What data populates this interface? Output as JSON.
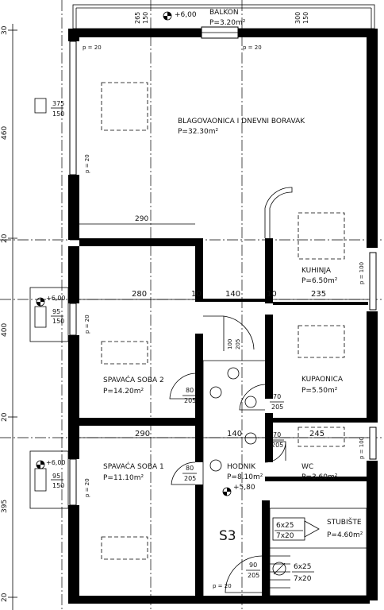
{
  "rooms": {
    "balkon": {
      "name": "BALKON",
      "area": "P=3.20m²"
    },
    "boravak": {
      "name": "BLAGOVAONICA I DNEVNI BORAVAK",
      "area": "P=32.30m²"
    },
    "kuhinja": {
      "name": "KUHINJA",
      "area": "P=6.50m²"
    },
    "kupaonica": {
      "name": "KUPAONICA",
      "area": "P=5.50m²"
    },
    "soba2": {
      "name": "SPAVAĆA SOBA 2",
      "area": "P=14.20m²"
    },
    "soba1": {
      "name": "SPAVAĆA SOBA 1",
      "area": "P=11.10m²"
    },
    "hodnik": {
      "name": "HODNIK",
      "area": "P=8.10m²"
    },
    "wc": {
      "name": "WC",
      "area": "P=3.60m²"
    },
    "stubiste": {
      "name": "STUBIŠTE",
      "area": "P=4.60m²"
    }
  },
  "levels": {
    "top": "+6,00",
    "left_upper": "+6,00",
    "left_lower": "+6,00",
    "hall": "+5,80"
  },
  "stair_label": "S3",
  "stair_steps": {
    "a_top": "6x25",
    "a_bottom": "7x20",
    "b_top": "6x25",
    "b_bottom": "7x20"
  },
  "window_note": "p = 20",
  "dims": {
    "left_460": "460",
    "left_30a": "30",
    "left_20a": "20",
    "left_400": "400",
    "left_20b": "20",
    "left_395": "395",
    "left_20c": "20",
    "d290a": "290",
    "d280": "280",
    "d10a": "10",
    "d140a": "140",
    "d10b": "10",
    "d235": "235",
    "d290b": "290",
    "d140b": "140",
    "d245": "245",
    "top_265": "265",
    "top_150": "150",
    "top_300": "300",
    "top_150b": "150",
    "win_375": "375",
    "win_150": "150",
    "win_95a": "95",
    "win_150a": "150",
    "win_95b": "95",
    "win_150b": "150",
    "door_100": "100",
    "door_205a": "205",
    "door_80a": "80",
    "door_205b": "205",
    "door_70a": "70",
    "door_205c": "205",
    "door_70b": "70",
    "door_205d": "205",
    "door_80b": "80",
    "door_205e": "205",
    "door_90": "90",
    "door_205f": "205",
    "p100a": "p = 100",
    "p100b": "p = 100"
  }
}
